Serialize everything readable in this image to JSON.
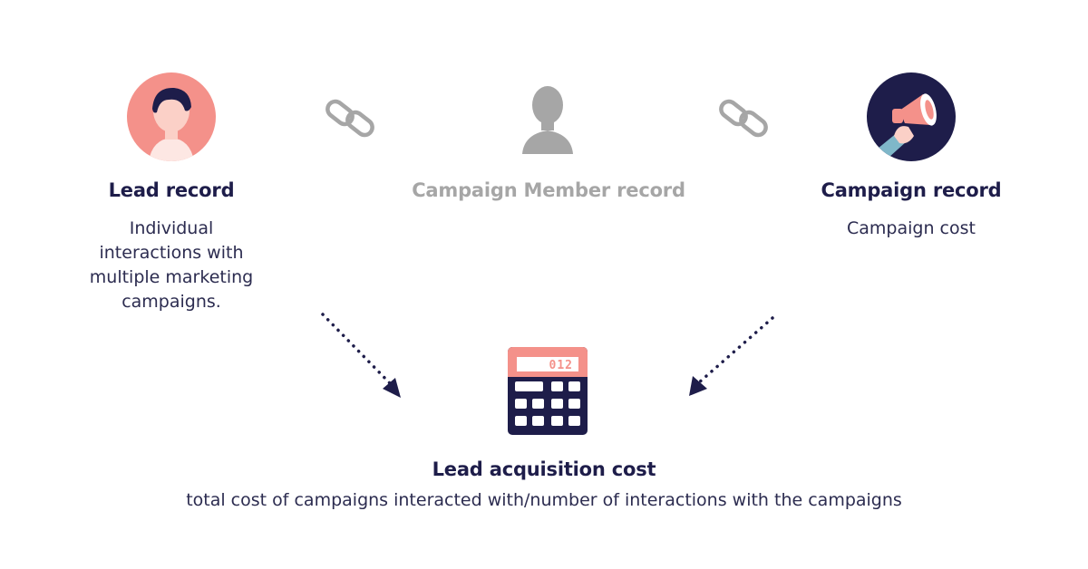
{
  "colors": {
    "navy": "#1e1d4a",
    "coral": "#f4918a",
    "gray": "#a6a6a6",
    "text": "#2c2c50"
  },
  "lead": {
    "icon": "person-avatar-icon",
    "title": "Lead record",
    "description": "Individual interactions with multiple marketing campaigns."
  },
  "campaign_member": {
    "icon": "person-silhouette-icon",
    "title": "Campaign Member record"
  },
  "campaign": {
    "icon": "megaphone-icon",
    "title": "Campaign record",
    "description": "Campaign cost"
  },
  "link_icon": "chain-link-icon",
  "calculator": {
    "icon": "calculator-icon",
    "display": "012"
  },
  "result": {
    "title": "Lead acquisition cost",
    "description": "total cost of campaigns interacted with/number of interactions with the campaigns"
  }
}
